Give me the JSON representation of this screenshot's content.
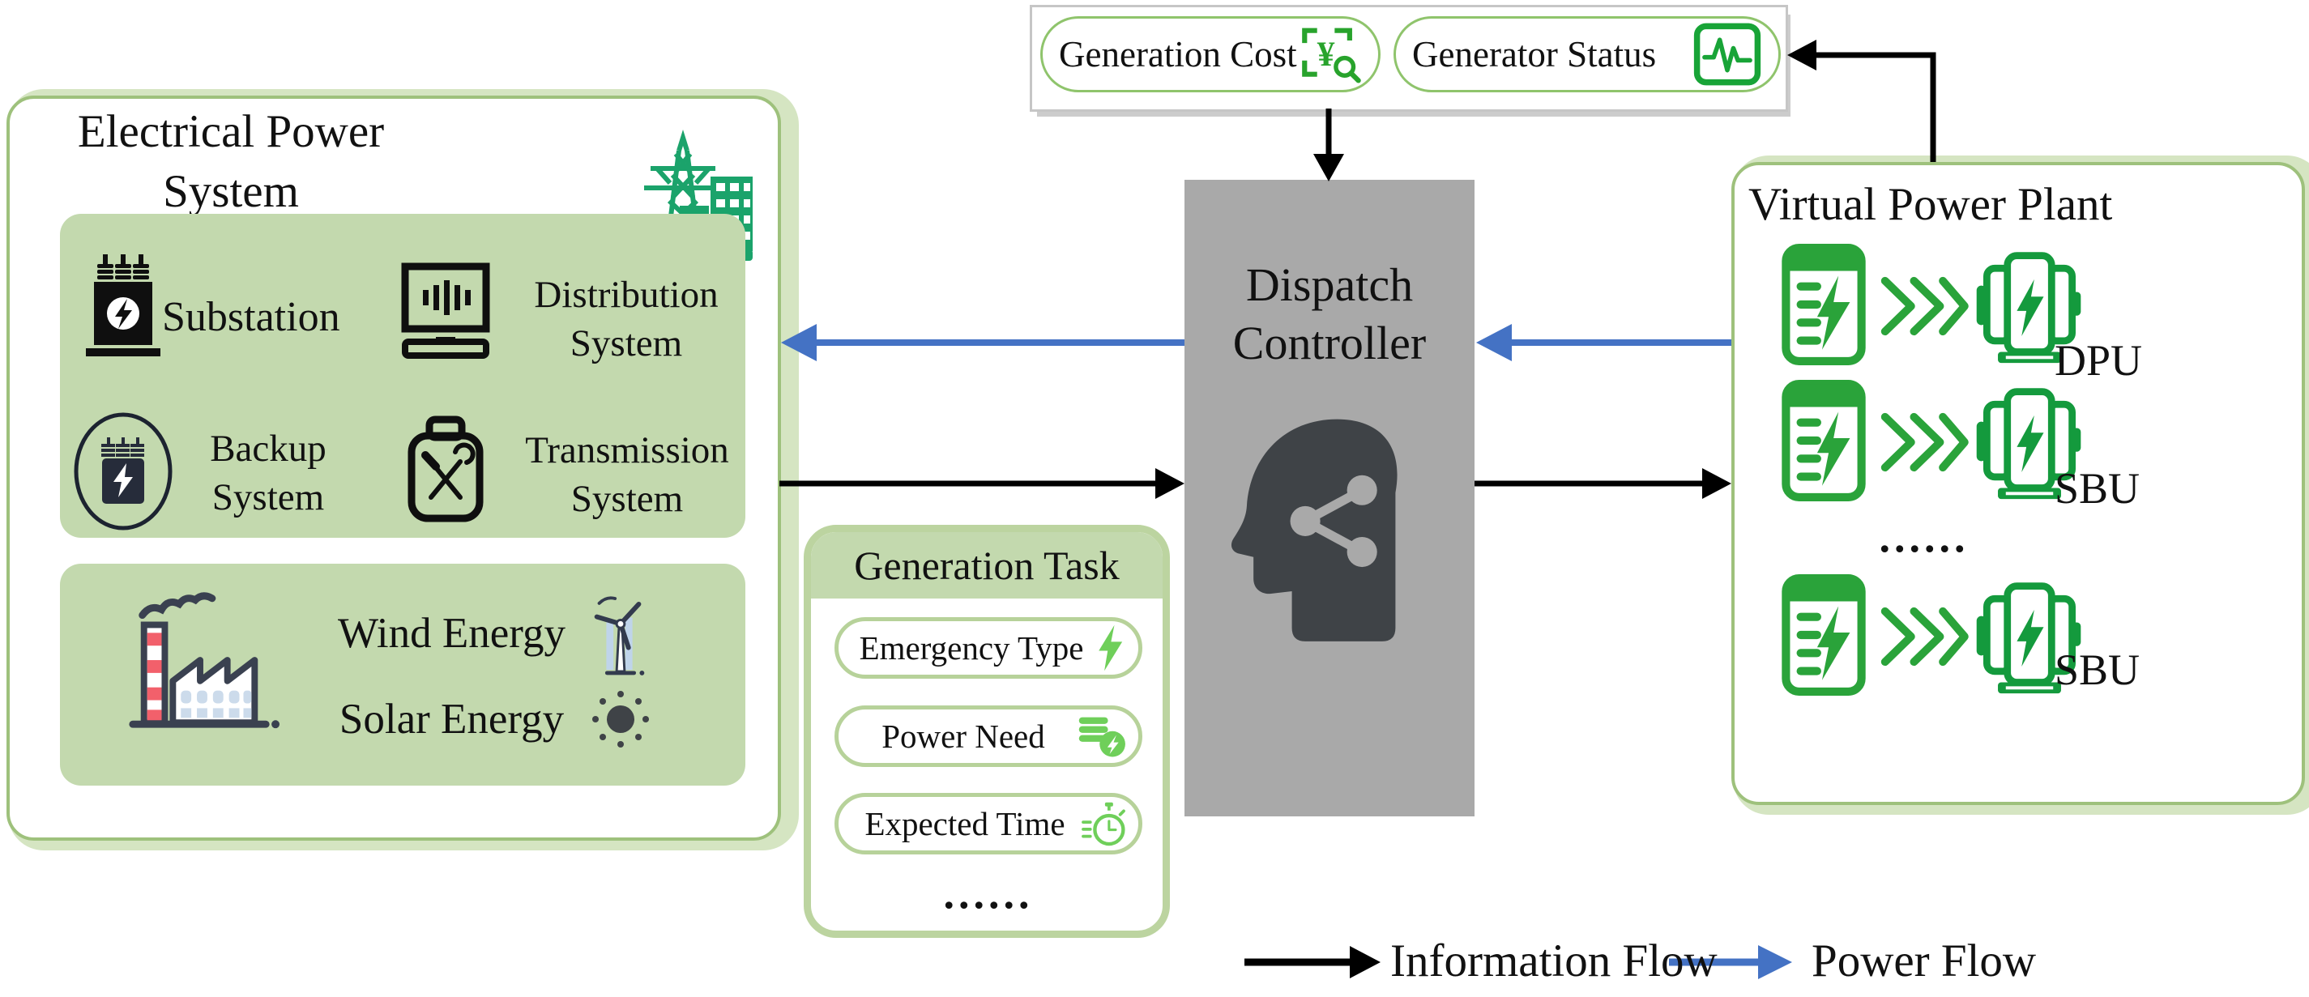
{
  "colors": {
    "accent_green": "#2aa33a",
    "dark_icon_green": "#149a3d",
    "tower_green": "#1ba36b",
    "panel_fill_green": "#c3d9ae",
    "panel_border_green": "#9ec17c",
    "pill_border_green": "#8fc46c",
    "task_icon_green": "#6fcf5a",
    "dispatch_gray": "#a9a9a9",
    "head_dark_gray": "#3f4347",
    "power_flow_blue": "#4472c4",
    "information_flow_black": "#000000"
  },
  "top_panel": {
    "items": [
      {
        "label": "Generation Cost",
        "icon": "yen-search-icon"
      },
      {
        "label": "Generator Status",
        "icon": "pulse-monitor-icon"
      }
    ]
  },
  "electrical_power_system": {
    "title_line1": "Electrical Power",
    "title_line2": "System",
    "components": [
      {
        "label": "Substation",
        "icon": "substation-icon"
      },
      {
        "label": "Distribution System",
        "icon": "distribution-icon"
      },
      {
        "label": "Backup System",
        "icon": "backup-battery-icon"
      },
      {
        "label": "Transmission System",
        "icon": "transmission-tools-icon"
      }
    ],
    "renewables": [
      {
        "label": "Wind Energy",
        "icon": "wind-turbine-icon"
      },
      {
        "label": "Solar Energy",
        "icon": "sun-icon"
      }
    ]
  },
  "generation_task": {
    "title": "Generation Task",
    "items": [
      {
        "label": "Emergency Type",
        "icon": "lightning-icon"
      },
      {
        "label": "Power Need",
        "icon": "energy-coins-icon"
      },
      {
        "label": "Expected Time",
        "icon": "stopwatch-icon"
      }
    ],
    "ellipsis": "......"
  },
  "dispatch_controller": {
    "title_line1": "Dispatch",
    "title_line2": "Controller"
  },
  "virtual_power_plant": {
    "title": "Virtual Power Plant",
    "rows": [
      {
        "label": "DPU"
      },
      {
        "label": "SBU"
      },
      {
        "label": "SBU"
      }
    ],
    "ellipsis": "......"
  },
  "legend": {
    "information_flow": "Information Flow",
    "power_flow": "Power Flow"
  }
}
